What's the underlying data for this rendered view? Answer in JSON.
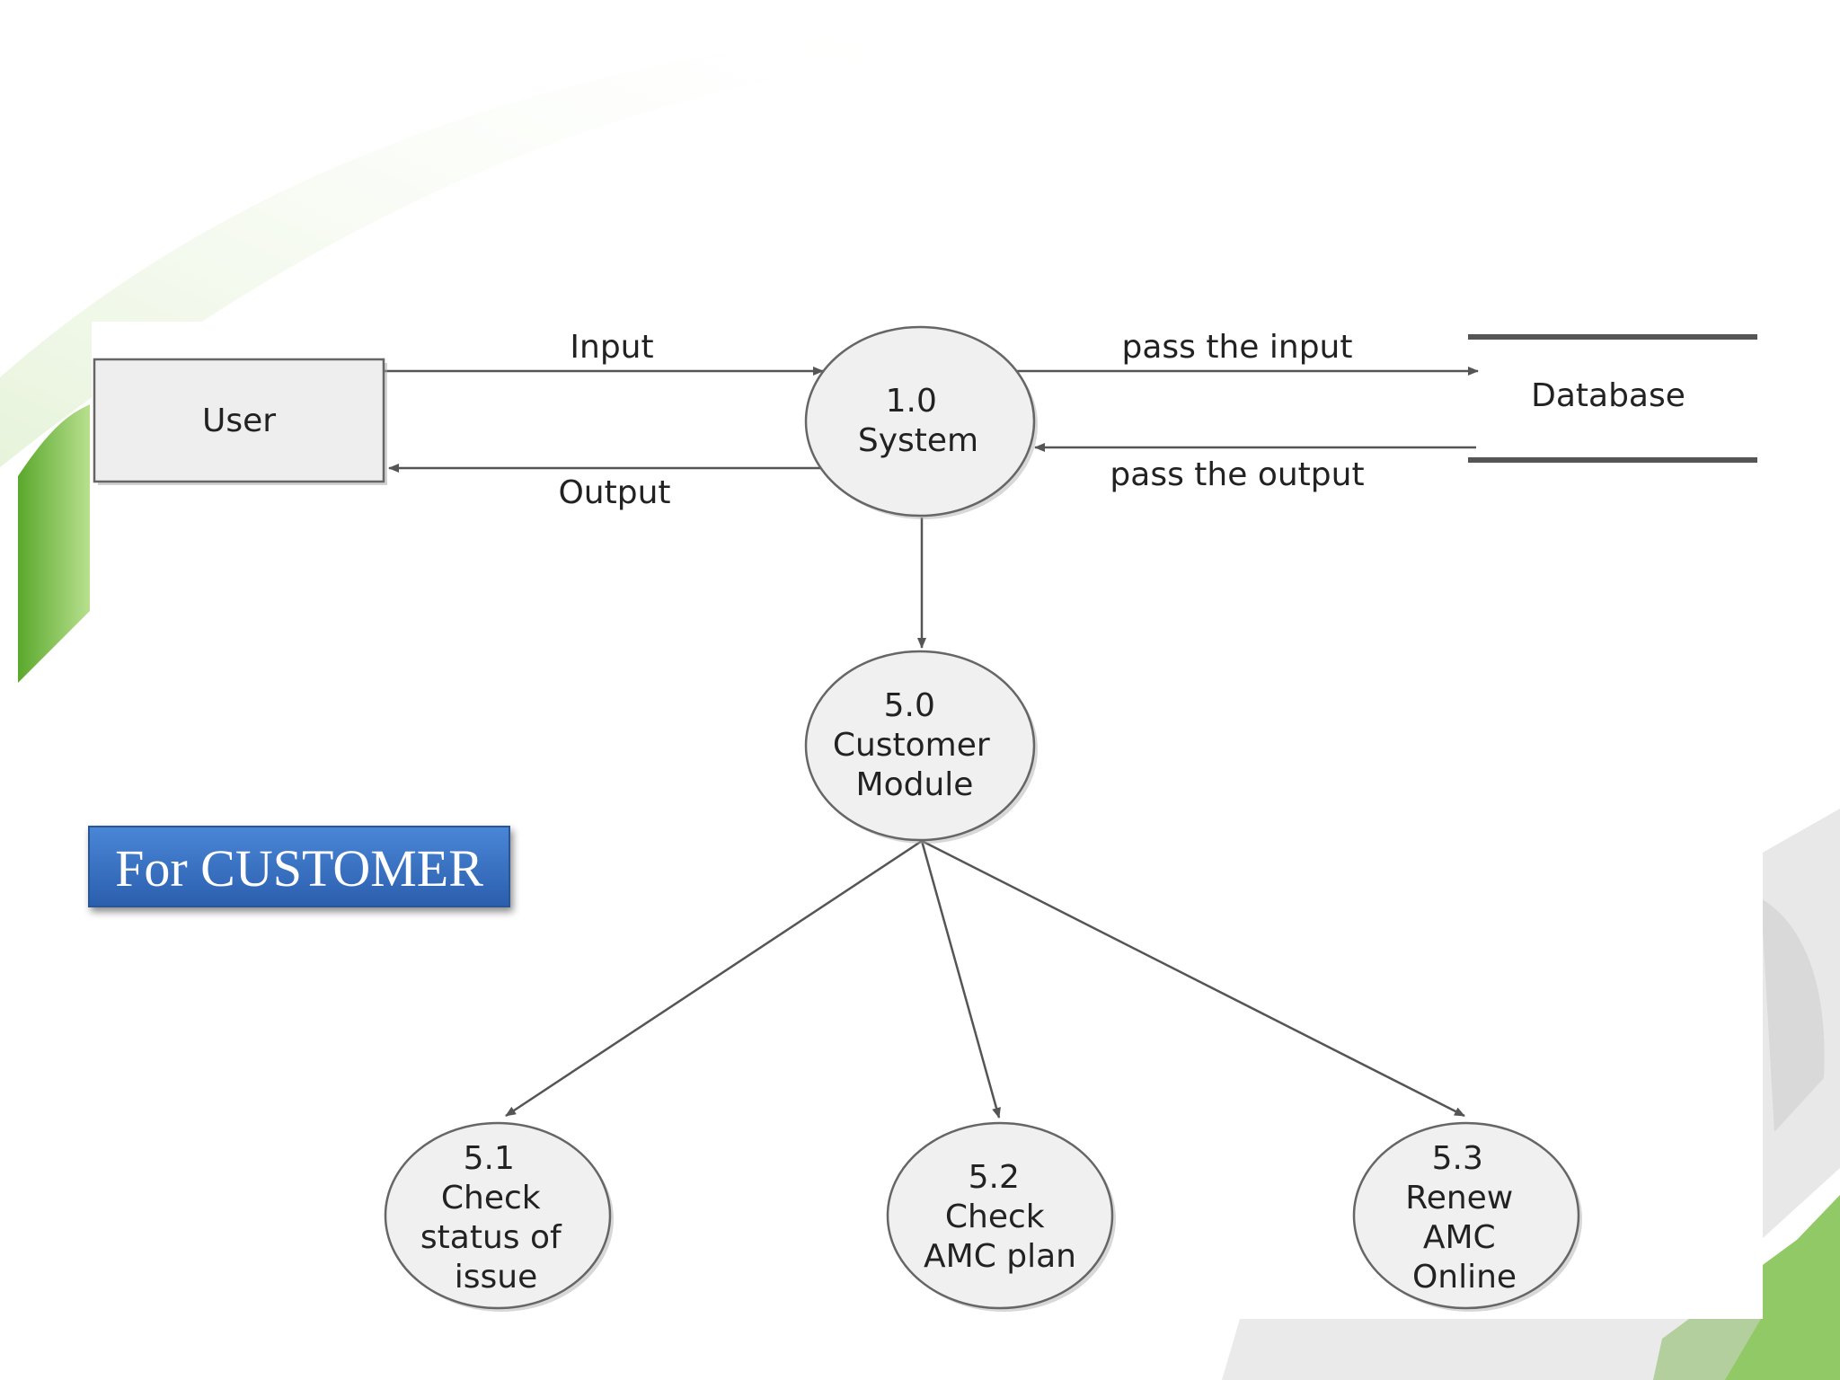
{
  "colors": {
    "slide_background": "#ffffff",
    "accent_green": "#6fb63a",
    "badge_blue": "#2f6bbd",
    "node_fill": "#f0f0f0",
    "line": "#555555"
  },
  "badge": {
    "label": "For CUSTOMER"
  },
  "diagram": {
    "entity_user": {
      "label": "User"
    },
    "datastore": {
      "label": "Database"
    },
    "process_system": {
      "lines": [
        "1.0",
        "System"
      ]
    },
    "process_customer_module": {
      "lines": [
        "5.0",
        "Customer",
        "Module"
      ]
    },
    "process_check_status": {
      "lines": [
        "5.1",
        "Check",
        "status of",
        "issue"
      ]
    },
    "process_check_amc": {
      "lines": [
        "5.2",
        "Check",
        "AMC plan"
      ]
    },
    "process_renew_amc": {
      "lines": [
        "5.3",
        "Renew",
        "AMC",
        "Online"
      ]
    },
    "flows": {
      "input": "Input",
      "output": "Output",
      "pass_input": "pass the input",
      "pass_output": "pass the output"
    }
  }
}
